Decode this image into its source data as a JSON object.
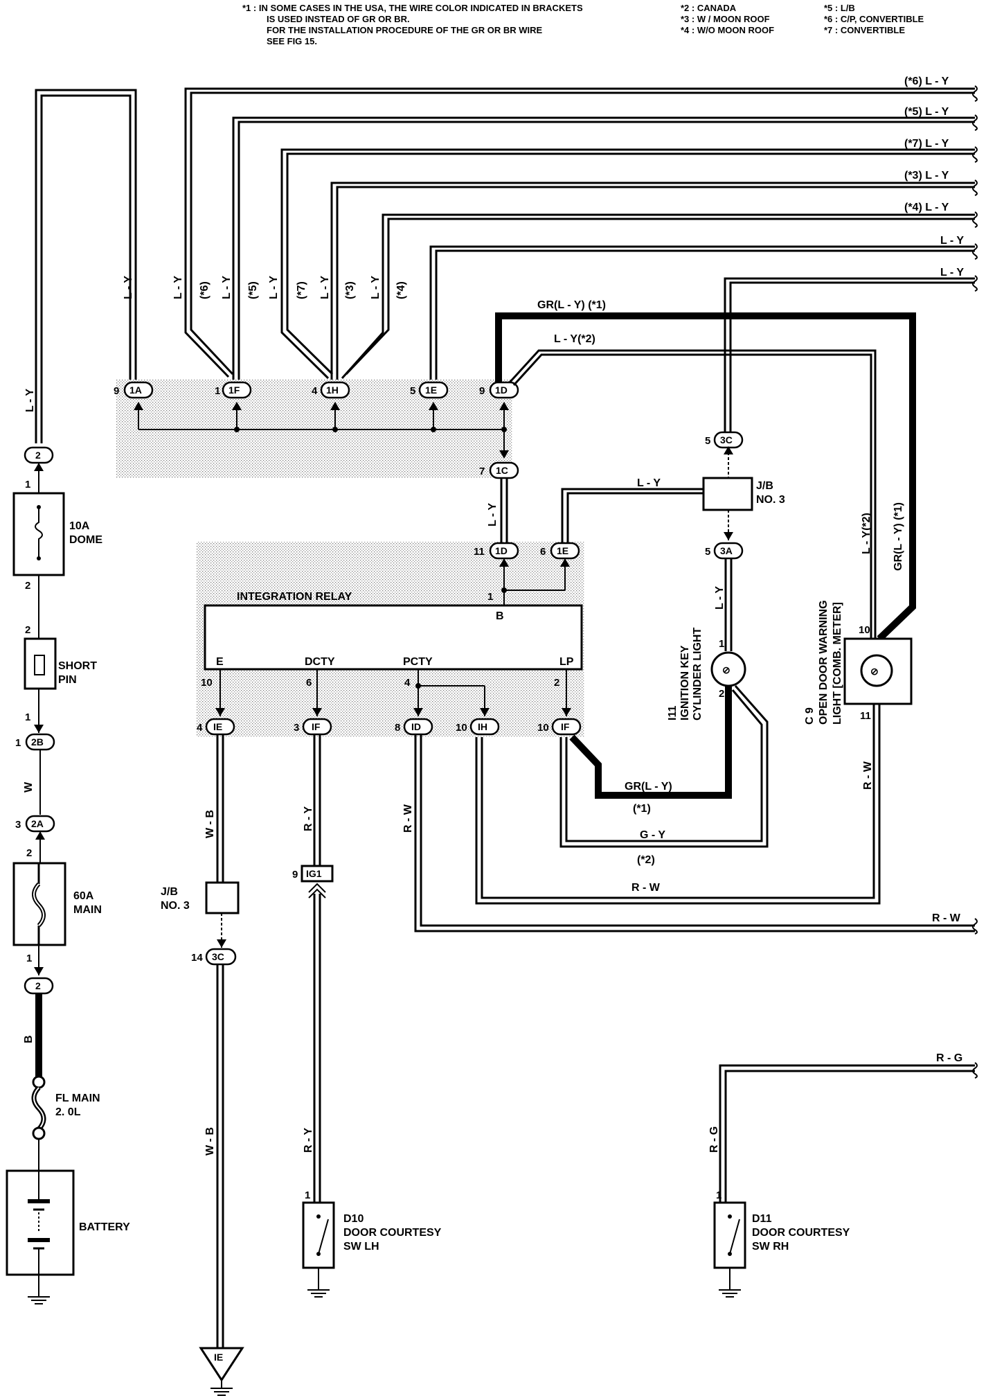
{
  "notes": {
    "n1_line1": "*1 : IN SOME CASES IN THE USA, THE WIRE COLOR INDICATED IN BRACKETS",
    "n1_line2": "IS USED INSTEAD OF GR OR BR.",
    "n1_line3": "FOR THE INSTALLATION PROCEDURE OF THE GR OR BR WIRE",
    "n1_line4": "SEE FIG 15.",
    "n2": "*2 : CANADA",
    "n3": "*3 : W / MOON ROOF",
    "n4": "*4 : W/O MOON ROOF",
    "n5": "*5 : L/B",
    "n6": "*6 : C/P, CONVERTIBLE",
    "n7": "*7 : CONVERTIBLE"
  },
  "right_wires": {
    "r1": "(*6)  L - Y",
    "r2": "(*5)  L - Y",
    "r3": "(*7)  L - Y",
    "r4": "(*3)  L - Y",
    "r5": "(*4)  L - Y",
    "r6": "L - Y",
    "r7": "L - Y",
    "rw": "R - W",
    "rg": "R - G"
  },
  "wire_labels": {
    "ly": "L - Y",
    "s6": "(*6)",
    "s5": "(*5)",
    "s7": "(*7)",
    "s3": "(*3)",
    "s4": "(*4)",
    "gr_ly_1": "GR(L - Y) (*1)",
    "ly_2": "L - Y(*2)",
    "w": "W",
    "b": "B",
    "wb": "W - B",
    "ry": "R - Y",
    "rw": "R - W",
    "rg": "R - G",
    "gr_ly": "GR(L - Y)",
    "star1": "(*1)",
    "gy": "G - Y",
    "star2": "(*2)"
  },
  "connectors": {
    "c1A": "1A",
    "c1F": "1F",
    "c1H": "1H",
    "c1E": "1E",
    "c1D": "1D",
    "c1C": "1C",
    "c3C": "3C",
    "c3A": "3A",
    "c2": "2",
    "c2B": "2B",
    "c2A": "2A",
    "cIE": "IE",
    "cIF": "IF",
    "cID": "ID",
    "cIH": "IH",
    "cIG1": "IG1",
    "c3C14": "3C",
    "cIEground": "IE"
  },
  "pins": {
    "p9a": "9",
    "p1f": "1",
    "p4h": "4",
    "p5e": "5",
    "p9d": "9",
    "p7c": "7",
    "p11d": "11",
    "p6e": "6",
    "p1b": "1",
    "p5c": "5",
    "p5a": "5",
    "p10e": "10",
    "p6d": "6",
    "p4p": "4",
    "p2l": "2",
    "p4ie": "4",
    "p3if": "3",
    "p8id": "8",
    "p10ih": "10",
    "p10if": "10",
    "p9ig": "9",
    "p14": "14",
    "p1d10": "1",
    "p1d11": "1",
    "pk1": "1",
    "pk2": "2",
    "pc10": "10",
    "pc11": "11",
    "pf1": "1",
    "pf2": "2",
    "ps2": "2",
    "ps1": "1",
    "pb1": "1",
    "pm3": "3",
    "pm2": "2",
    "pm1": "1"
  },
  "components": {
    "dome_a": "10A",
    "dome_b": "DOME",
    "short_a": "SHORT",
    "short_b": "PIN",
    "main_a": "60A",
    "main_b": "MAIN",
    "flmain_a": "FL  MAIN",
    "flmain_b": "2. 0L",
    "battery": "BATTERY",
    "jb3_a": "J/B",
    "jb3_b": "NO. 3",
    "jb3b_a": "J/B",
    "jb3b_b": "NO. 3",
    "relay": "INTEGRATION RELAY",
    "relay_b": "B",
    "relay_e": "E",
    "relay_dcty": "DCTY",
    "relay_pcty": "PCTY",
    "relay_lp": "LP",
    "i11_a": "I11",
    "i11_b": "IGNITION KEY",
    "i11_c": "CYLINDER LIGHT",
    "c9_a": "C 9",
    "c9_b": "OPEN DOOR WARNING",
    "c9_c": "LIGHT [COMB. METER]",
    "d10_a": "D10",
    "d10_b": "DOOR  COURTESY",
    "d10_c": "SW  LH",
    "d11_a": "D11",
    "d11_b": "DOOR  COURTESY",
    "d11_c": "SW  RH"
  }
}
